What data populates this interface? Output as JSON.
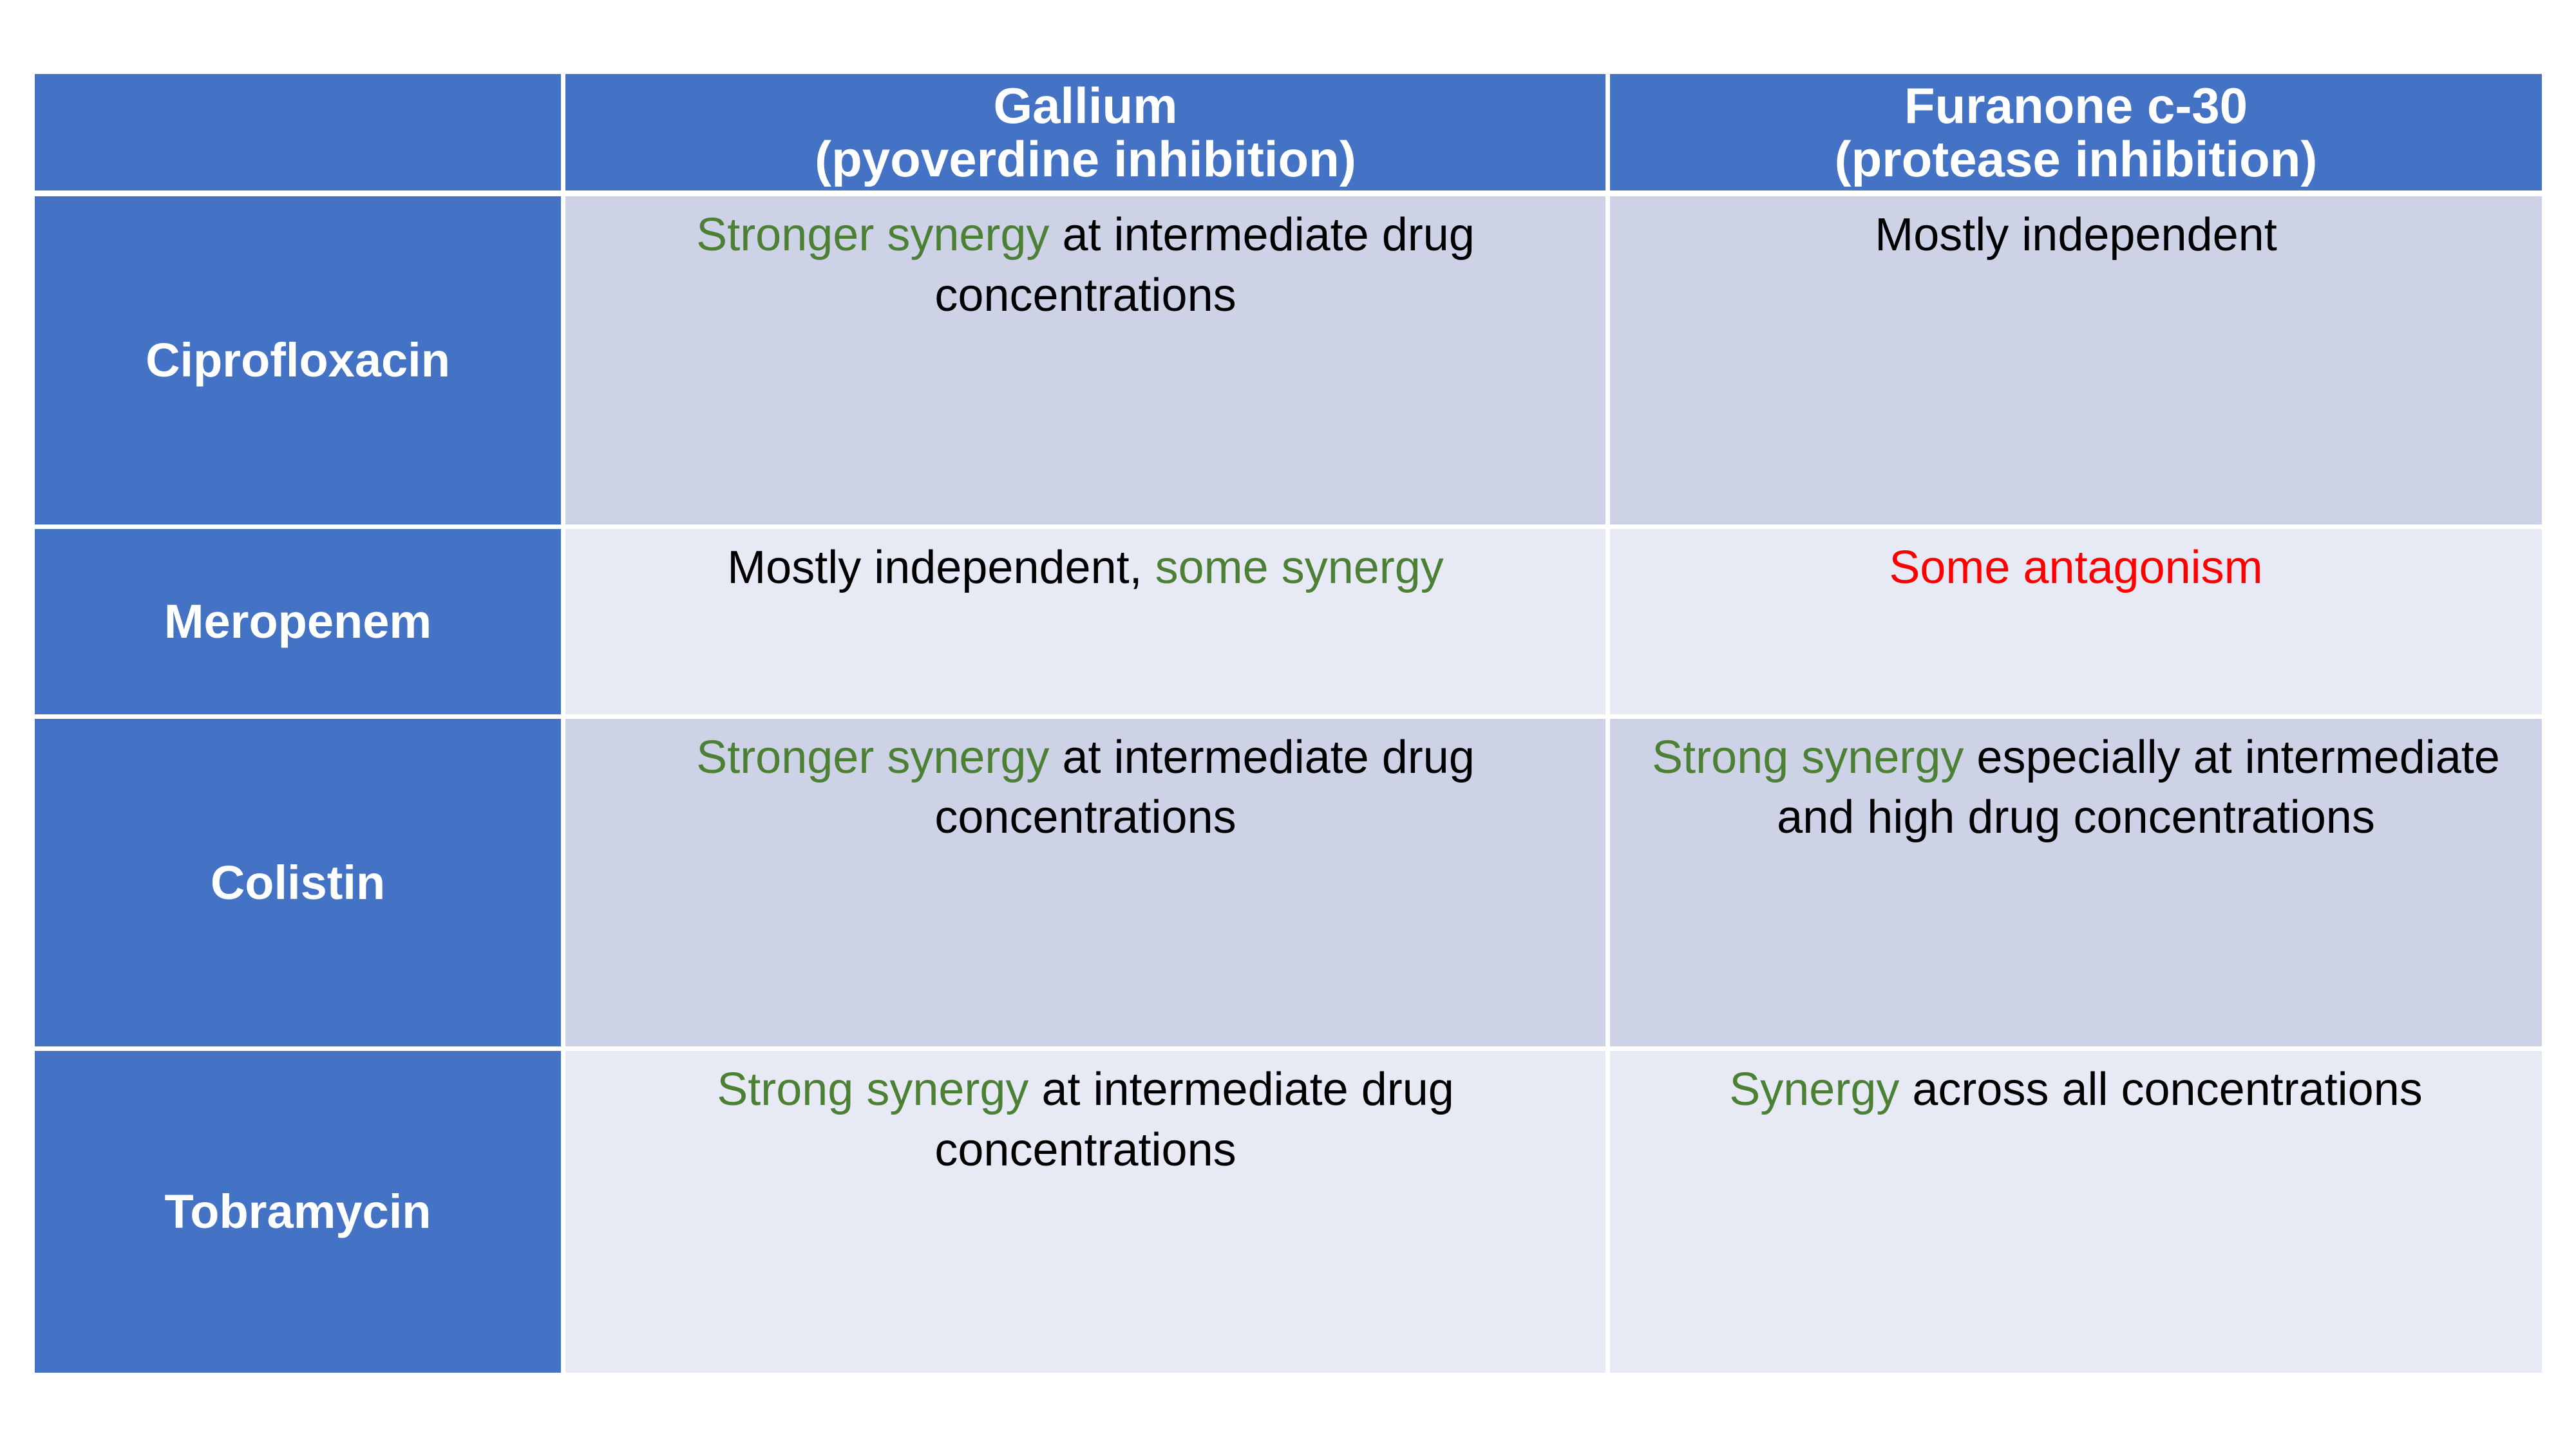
{
  "table": {
    "corner_label": "",
    "columns": [
      {
        "id": "drug",
        "label": ""
      },
      {
        "id": "gallium",
        "title": "Gallium",
        "subtitle": "(pyoverdine inhibition)"
      },
      {
        "id": "furanone",
        "title": "Furanone c-30",
        "subtitle": "(protease inhibition)"
      }
    ],
    "rows": [
      {
        "drug": "Ciprofloxacin",
        "gallium": {
          "highlight": "Stronger synergy",
          "highlight_color": "green",
          "rest": " at intermediate drug concentrations"
        },
        "furanone": {
          "highlight": "",
          "highlight_color": "none",
          "rest": "Mostly independent"
        }
      },
      {
        "drug": "Meropenem",
        "gallium": {
          "lead": "Mostly independent, ",
          "highlight": "some synergy",
          "highlight_color": "green",
          "rest": ""
        },
        "furanone": {
          "highlight": "Some antagonism",
          "highlight_color": "red",
          "rest": ""
        }
      },
      {
        "drug": "Colistin",
        "gallium": {
          "highlight": "Stronger synergy",
          "highlight_color": "green",
          "rest": " at intermediate drug concentrations"
        },
        "furanone": {
          "highlight": "Strong synergy",
          "highlight_color": "green",
          "rest": " especially at intermediate and high drug concentrations"
        }
      },
      {
        "drug": "Tobramycin",
        "gallium": {
          "highlight": "Strong synergy",
          "highlight_color": "green",
          "rest": " at intermediate drug concentrations"
        },
        "furanone": {
          "highlight": "Synergy",
          "highlight_color": "green",
          "rest": " across all concentrations"
        }
      }
    ]
  },
  "colors": {
    "header_blue": "#4472C4",
    "row_shade_a": "#CDD2E6",
    "row_shade_b": "#E7EAF4",
    "synergy_green": "#4C8034",
    "antagonism_red": "#FF0000",
    "text_black": "#000000",
    "header_text": "#FFFFFF",
    "page_background": "#FFFFFF"
  }
}
